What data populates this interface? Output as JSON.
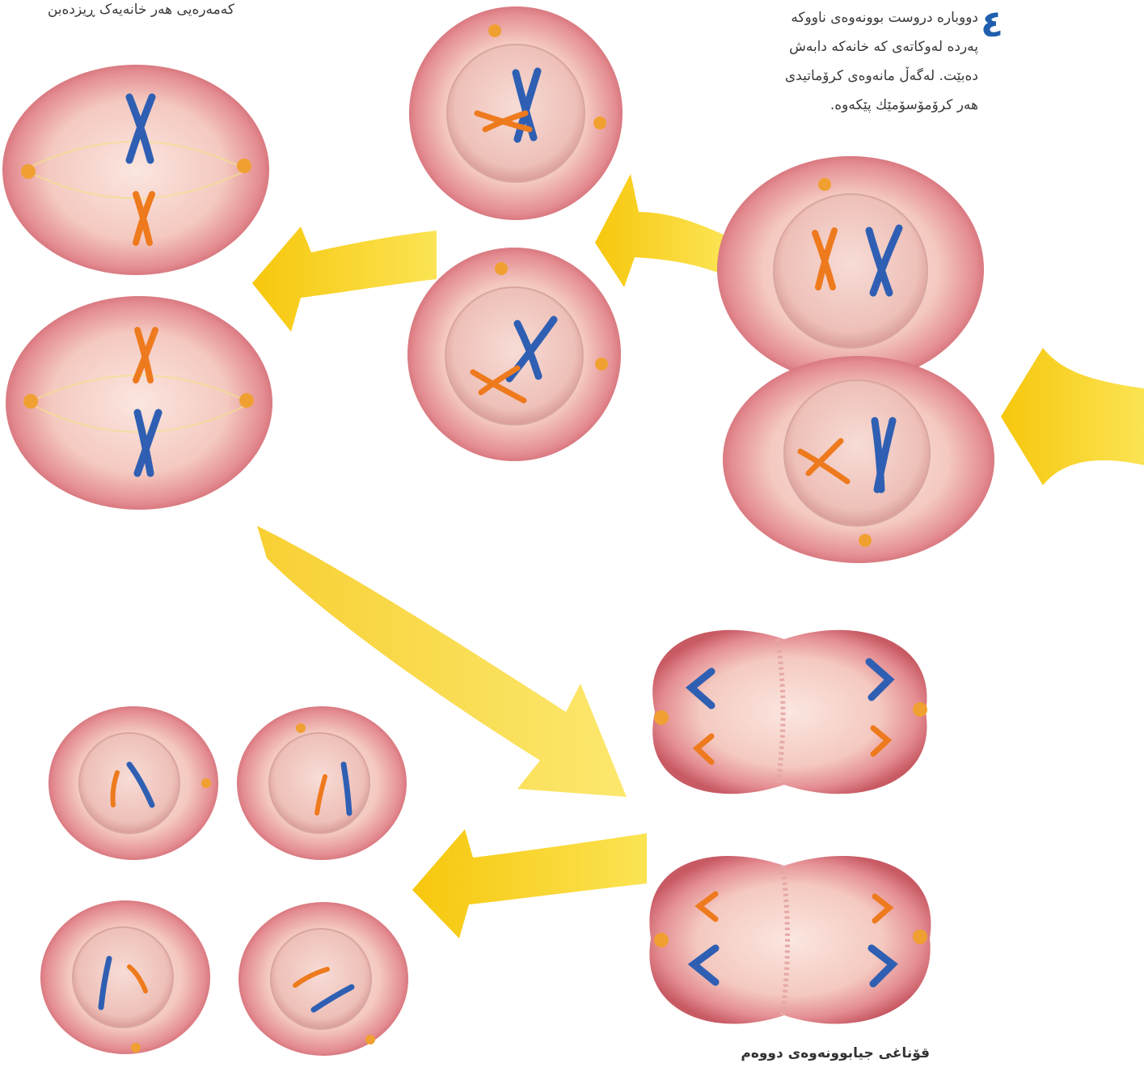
{
  "texts": {
    "top_caption": "کەمەرەیی هەر خانەیەک ڕیزدەبن",
    "step4_number": "٤",
    "step4_lines": [
      "دووبارە دروست بوونەوەی ناووکە",
      "پەردە لەوکاتەی کە خانەکە دابەش",
      "دەبێت. لەگەڵ مانەوەی کرۆماتیدی",
      "هەر کرۆمۆسۆمێك پێكەوە."
    ],
    "bottom_caption": "قۆناغی جیابوونەوەی دووەم"
  },
  "colors": {
    "cell_rim": "#c85a64",
    "cell_fill": "#f6d0c8",
    "nucleus": "#efc0b8",
    "arrow": "#f8d21a",
    "chromosome_blue": "#2f5fb3",
    "chromosome_orange": "#ee7a1e",
    "centrosome": "#f0a030",
    "number_blue": "#1f5fae"
  },
  "icons": [
    "yellow-arrow",
    "cell",
    "chromosome-x",
    "centrosome"
  ]
}
